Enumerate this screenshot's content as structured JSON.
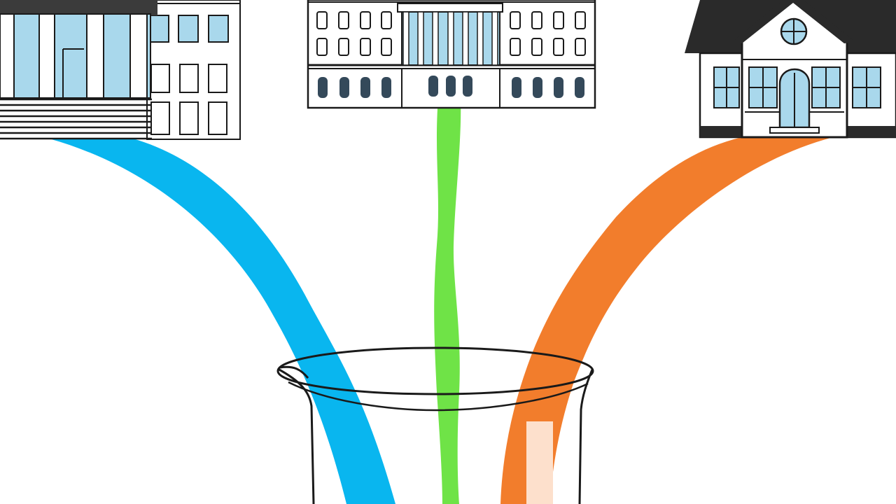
{
  "scene": {
    "background": "#ffffff",
    "outline_color": "#1a1a1a",
    "window_glass_color": "#a9d8ec",
    "door_color": "#34495a"
  },
  "buildings": [
    {
      "id": "courthouse",
      "icon": "columned-building-icon",
      "stream_color": "#09b6ef"
    },
    {
      "id": "capitol",
      "icon": "government-building-icon",
      "stream_color": "#6fe347"
    },
    {
      "id": "house",
      "icon": "house-icon",
      "stream_color": "#f27d2c"
    }
  ],
  "beaker": {
    "icon": "beaker-icon",
    "highlight_color": "#fde0cc"
  }
}
